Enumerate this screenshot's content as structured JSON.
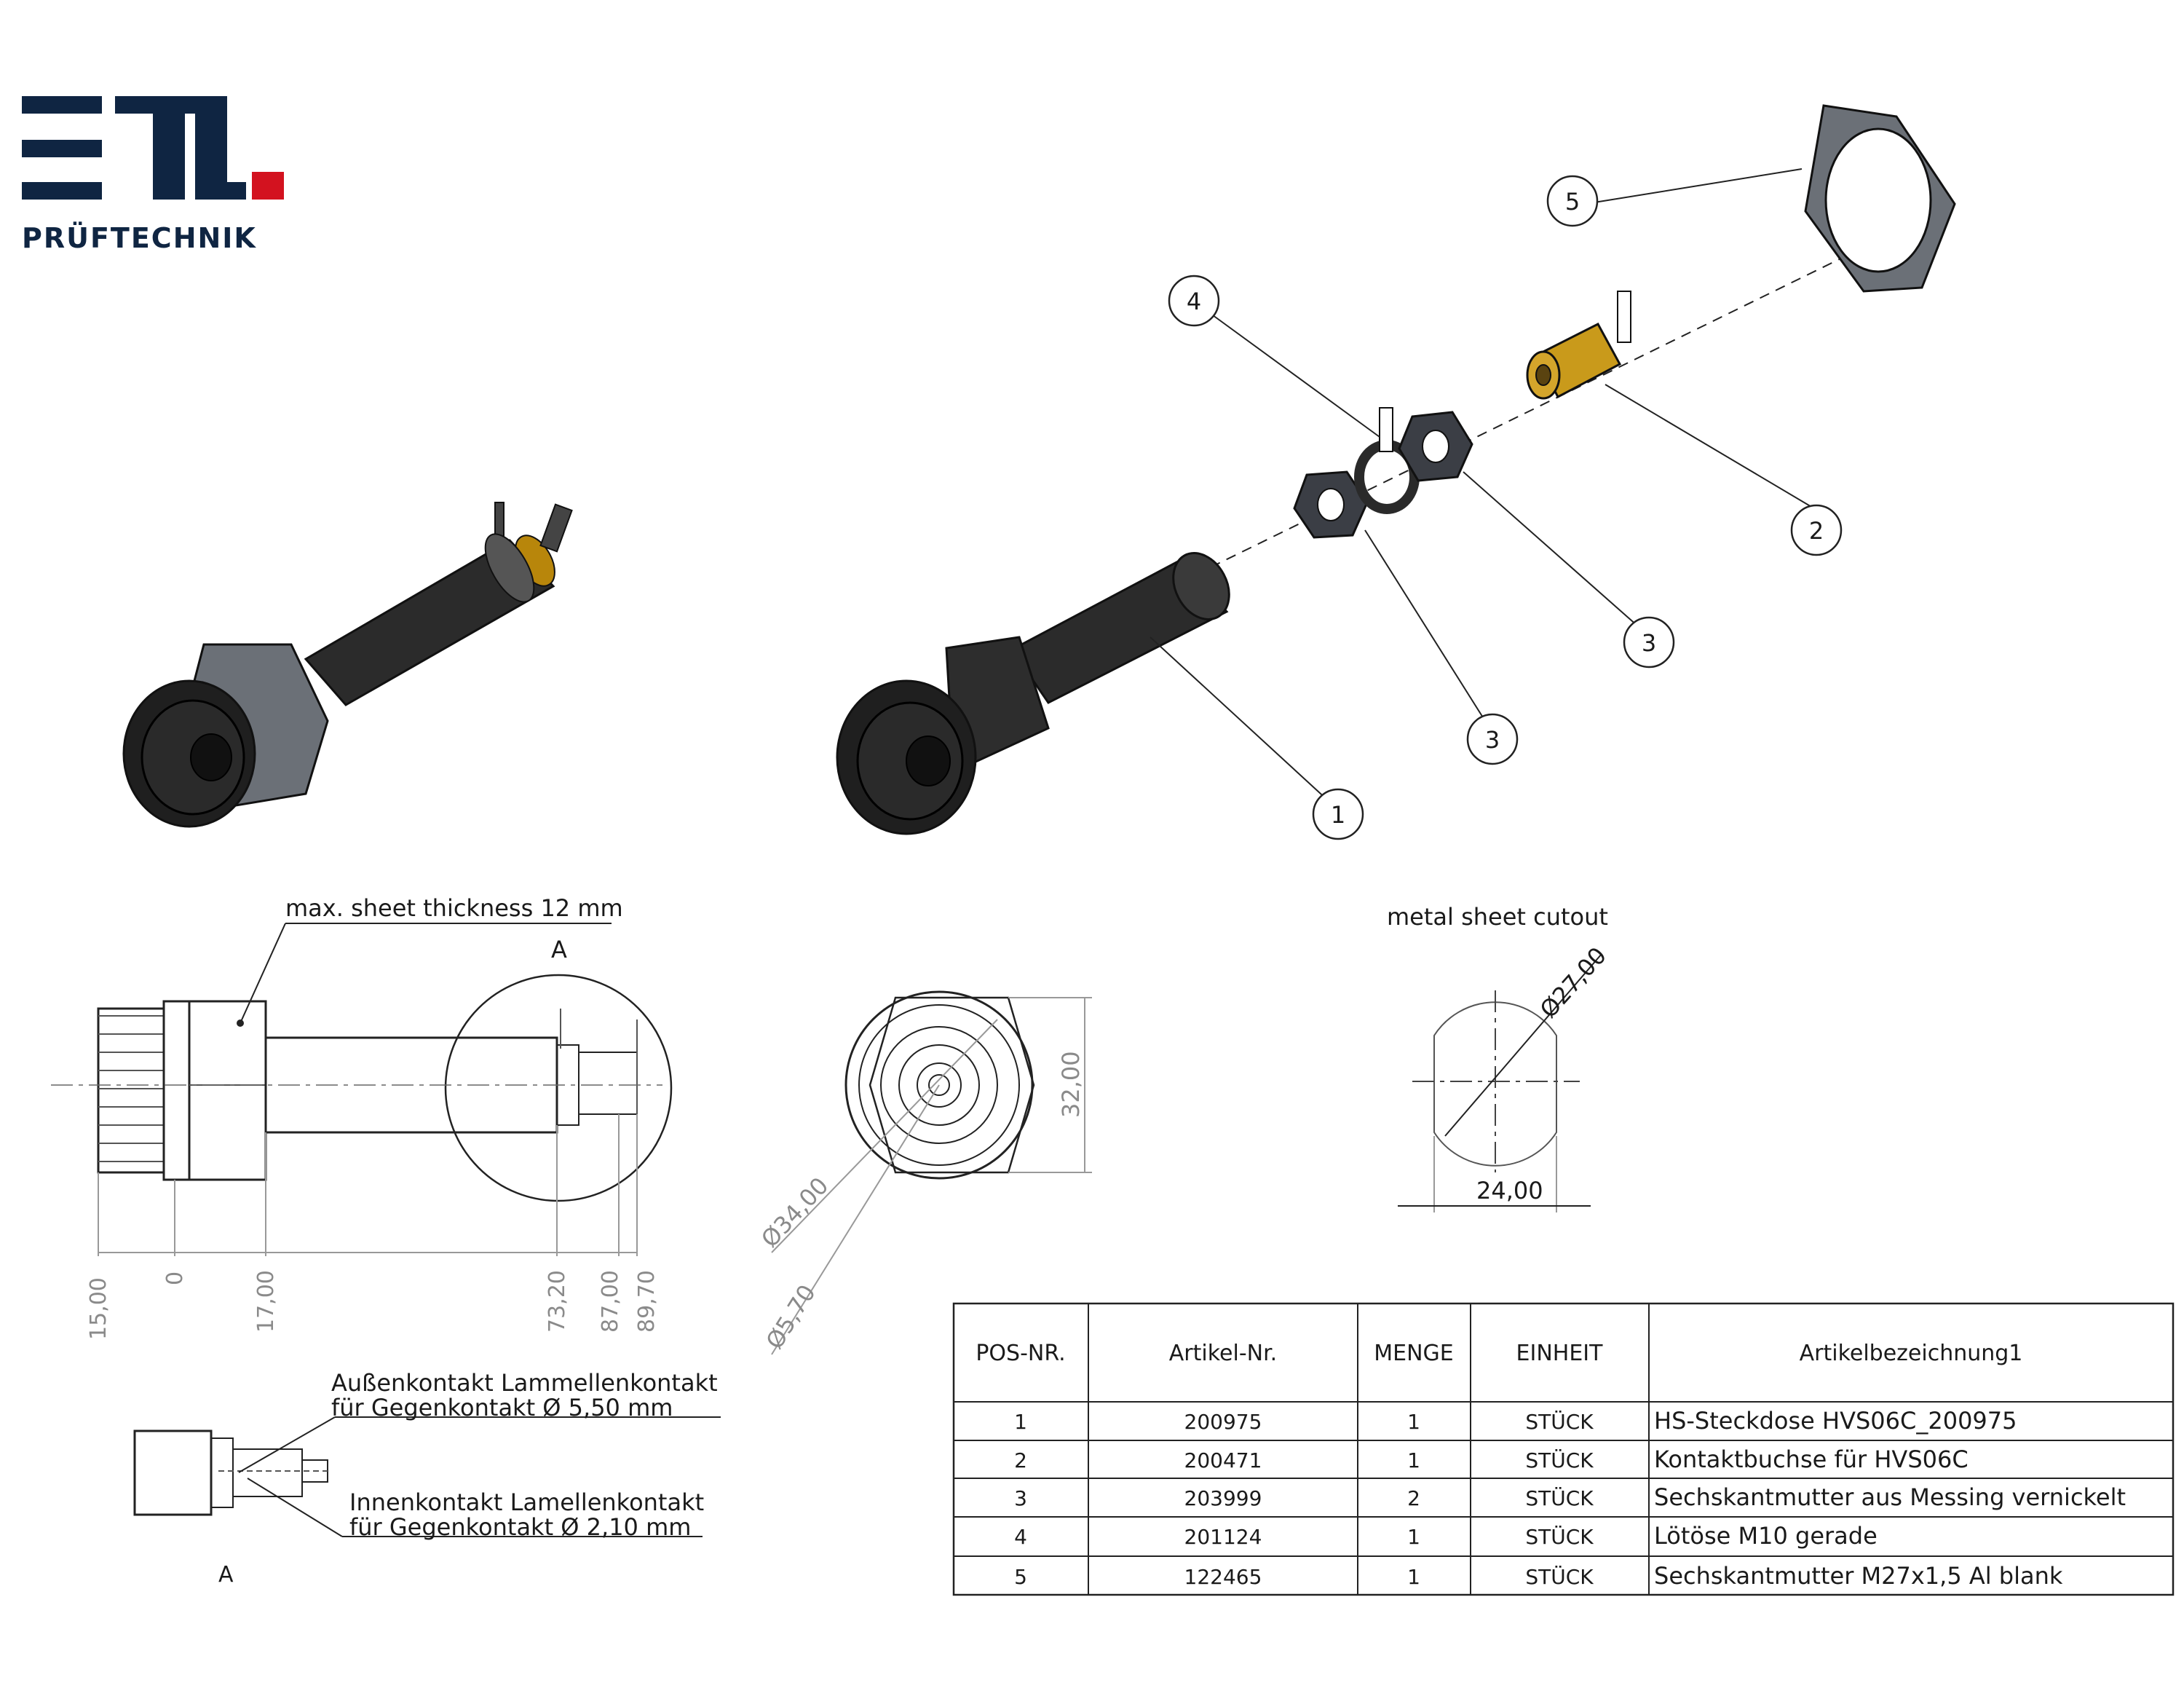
{
  "logo": {
    "brand": "ETL",
    "subtitle": "PRÜFTECHNIK",
    "colors": {
      "navy": "#0f2542",
      "red": "#d3121f"
    }
  },
  "balloons": [
    {
      "label": "1"
    },
    {
      "label": "2"
    },
    {
      "label": "3"
    },
    {
      "label": "3"
    },
    {
      "label": "4"
    },
    {
      "label": "5"
    }
  ],
  "annotations": {
    "sheet_thickness": "max. sheet thickness 12 mm",
    "detail_a_top": "A",
    "detail_a_bottom": "A",
    "outer_contact_line1": "Außenkontakt Lammellenkontakt",
    "outer_contact_line2": "für Gegenkontakt Ø 5,50 mm",
    "inner_contact_line1": "Innenkontakt Lamellenkontakt",
    "inner_contact_line2": "für Gegenkontakt Ø 2,10 mm",
    "cutout_title": "metal sheet cutout"
  },
  "dimensions": {
    "side": [
      "15,00",
      "0",
      "17,00",
      "73,20",
      "87,00",
      "89,70"
    ],
    "front_height": "32,00",
    "front_dia_outer": "Ø34,00",
    "front_dia_inner": "Ø5,70",
    "cutout_dia": "Ø27,00",
    "cutout_width": "24,00"
  },
  "bom": {
    "headers": [
      "POS-NR.",
      "Artikel-Nr.",
      "MENGE",
      "EINHEIT",
      "Artikelbezeichnung1"
    ],
    "rows": [
      [
        "1",
        "200975",
        "1",
        "STÜCK",
        "HS-Steckdose HVS06C_200975"
      ],
      [
        "2",
        "200471",
        "1",
        "STÜCK",
        "Kontaktbuchse für HVS06C"
      ],
      [
        "3",
        "203999",
        "2",
        "STÜCK",
        "Sechskantmutter aus Messing vernickelt"
      ],
      [
        "4",
        "201124",
        "1",
        "STÜCK",
        "Lötöse M10 gerade"
      ],
      [
        "5",
        "122465",
        "1",
        "STÜCK",
        "Sechskantmutter M27x1,5 Al blank"
      ]
    ]
  }
}
